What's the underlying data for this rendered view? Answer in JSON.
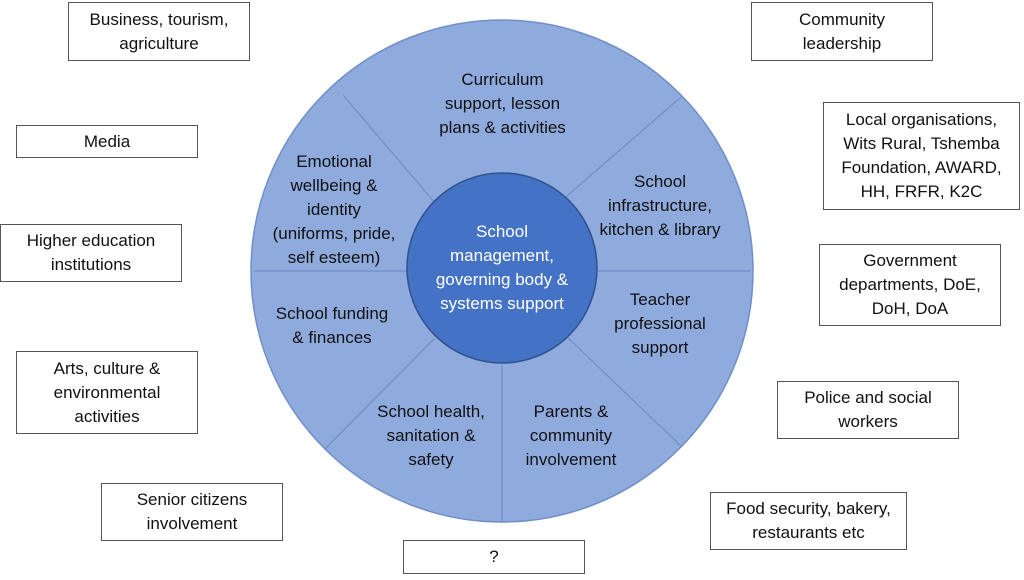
{
  "colors": {
    "wheel_fill": "#8faadc",
    "wheel_stroke": "#6f8fc8",
    "center_fill": "#4472c4",
    "center_stroke": "#2f528f",
    "center_text": "#ffffff",
    "box_border": "#555555"
  },
  "center": {
    "label": "School\nmanagement,\ngoverning body &\nsystems support"
  },
  "segments": [
    {
      "label": "Curriculum\nsupport, lesson\nplans & activities"
    },
    {
      "label": "School\ninfrastructure,\nkitchen & library"
    },
    {
      "label": "Teacher\nprofessional\nsupport"
    },
    {
      "label": "Parents &\ncommunity\ninvolvement"
    },
    {
      "label": "School health,\nsanitation &\nsafety"
    },
    {
      "label": "School funding\n& finances"
    },
    {
      "label": "Emotional\nwellbeing &\nidentity\n(uniforms, pride,\nself esteem)"
    }
  ],
  "stakeholders": [
    {
      "label": "Business, tourism,\nagriculture"
    },
    {
      "label": "Media"
    },
    {
      "label": "Higher education\ninstitutions"
    },
    {
      "label": "Arts, culture &\nenvironmental\nactivities"
    },
    {
      "label": "Senior citizens\ninvolvement"
    },
    {
      "label": "?"
    },
    {
      "label": "Community\nleadership"
    },
    {
      "label": "Local organisations,\nWits Rural, Tshemba\nFoundation, AWARD,\nHH, FRFR, K2C"
    },
    {
      "label": "Government\ndepartments, DoE,\nDoH, DoA"
    },
    {
      "label": "Police and social\nworkers"
    },
    {
      "label": "Food security, bakery,\nrestaurants etc"
    }
  ]
}
